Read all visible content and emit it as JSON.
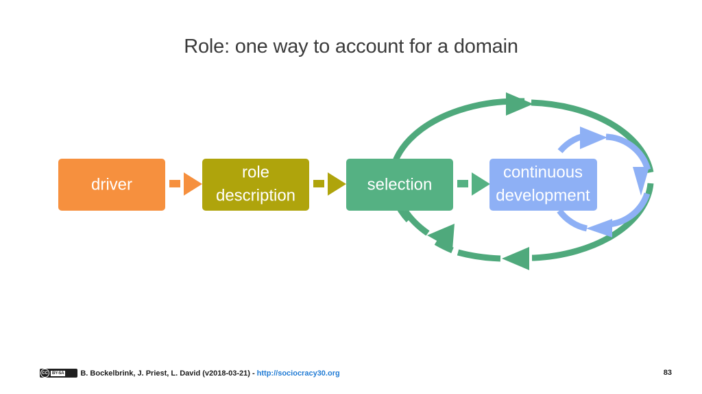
{
  "slide": {
    "title": "Role: one way to account for a domain",
    "page_number": "83"
  },
  "diagram": {
    "type": "process-flow-with-feedback-loops",
    "nodes": [
      {
        "id": "driver",
        "label_line1": "driver",
        "label_line2": "",
        "color": "#F6903E"
      },
      {
        "id": "role-description",
        "label_line1": "role",
        "label_line2": "description",
        "color": "#AFA40C"
      },
      {
        "id": "selection",
        "label_line1": "selection",
        "label_line2": "",
        "color": "#55B183"
      },
      {
        "id": "continuous-development",
        "label_line1": "continuous",
        "label_line2": "development",
        "color": "#8EB0F5"
      }
    ],
    "connectors": [
      {
        "from": "driver",
        "to": "role-description",
        "color": "#F6903E"
      },
      {
        "from": "role-description",
        "to": "selection",
        "color": "#AFA40C"
      },
      {
        "from": "selection",
        "to": "continuous-development",
        "color": "#55B183"
      }
    ],
    "loops": [
      {
        "id": "outer-loop",
        "around": "selection-to-continuous-development",
        "color": "#4FA97C",
        "direction": "clockwise"
      },
      {
        "id": "inner-loop",
        "around": "continuous-development",
        "color": "#8EB0F5",
        "direction": "clockwise"
      }
    ]
  },
  "footer": {
    "cc_mark": "CC",
    "cc_license": "BY-SA",
    "credit": "B. Bockelbrink, J. Priest, L. David (v2018-03-21) -",
    "link": "http://sociocracy30.org"
  }
}
